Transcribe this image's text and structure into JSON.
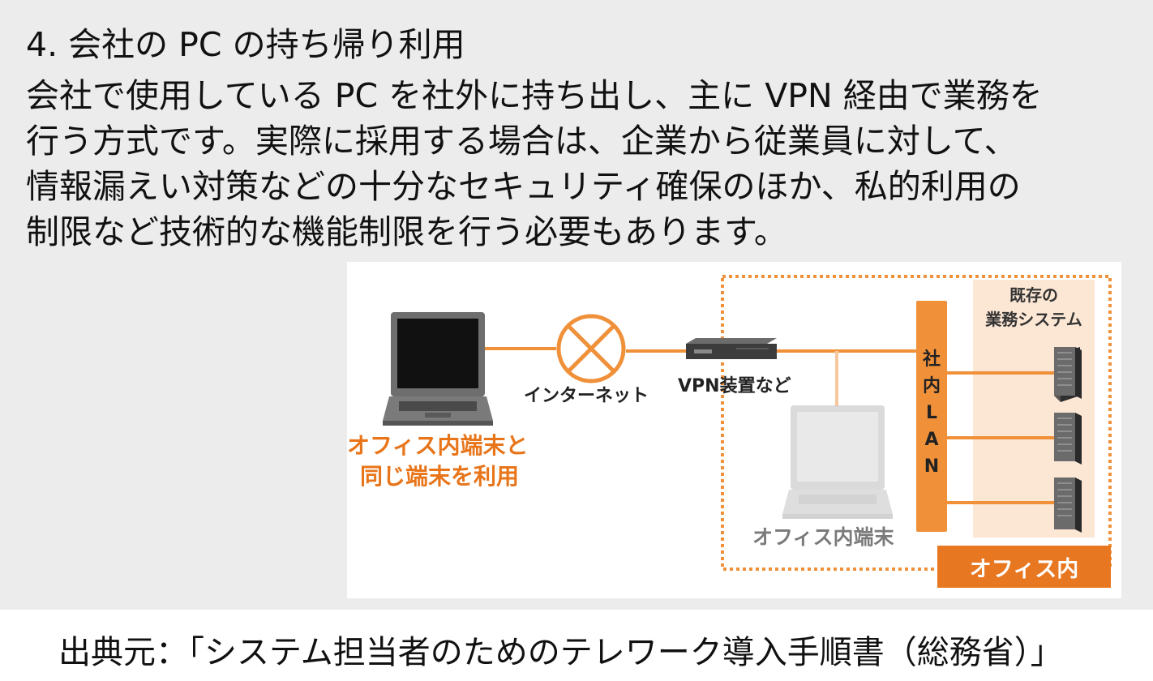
{
  "heading": "4. 会社の PC の持ち帰り利用",
  "body_lines": [
    "会社で使用している PC を社外に持ち出し、主に VPN 経由で業務を",
    "行う方式です。実際に採用する場合は、企業から従業員に対して、",
    "情報漏えい対策などの十分なセキュリティ確保のほか、私的利用の",
    "制限など技術的な機能制限を行う必要もあります。"
  ],
  "diagram": {
    "laptop_caption_line1": "オフィス内端末と",
    "laptop_caption_line2": "同じ端末を利用",
    "internet_label": "インターネット",
    "vpn_label": "VPN装置など",
    "office_terminal_label": "オフィス内端末",
    "lan_chars": [
      "社",
      "内",
      "L",
      "A",
      "N"
    ],
    "existing_system_line1": "既存の",
    "existing_system_line2": "業務システム",
    "office_label": "オフィス内",
    "colors": {
      "orange": "#f0913a",
      "caption_orange": "#e8751a",
      "office_orange": "#e87722",
      "system_bg": "#fce6d4",
      "gray_text": "#7a7a7a"
    }
  },
  "source": "出典元：「システム担当者のためのテレワーク導入手順書（総務省）」"
}
